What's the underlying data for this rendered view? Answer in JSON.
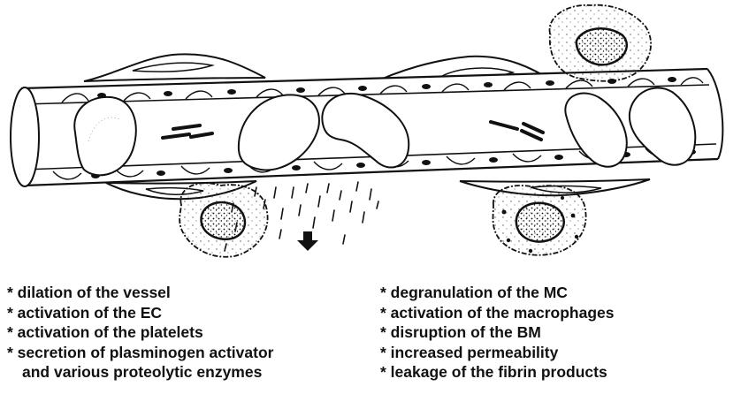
{
  "left_list": [
    "* dilation of the vessel",
    "* activation of the EC",
    "* activation of the platelets",
    "* secretion of plasminogen activator",
    "and various proteolytic enzymes"
  ],
  "right_list": [
    "* degranulation of the MC",
    "* activation of the macrophages",
    "* disruption of the BM",
    "* increased permeability",
    "* leakage of the fibrin products"
  ]
}
